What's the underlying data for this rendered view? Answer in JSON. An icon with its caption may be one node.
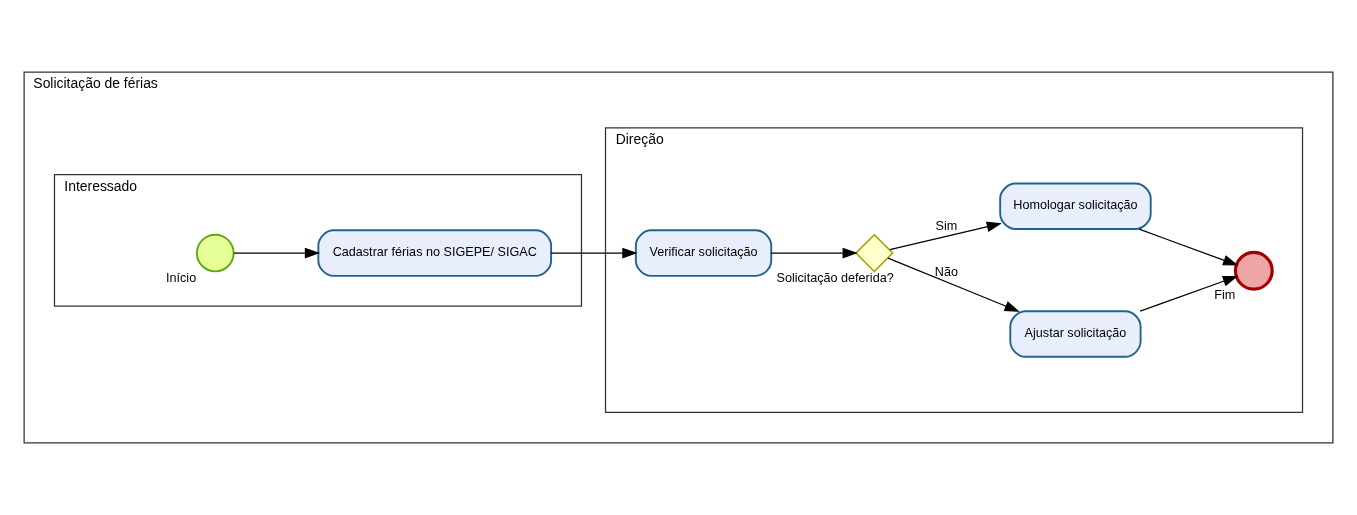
{
  "diagram": {
    "nodes": [
      {
        "text": [
          "Solicitação de férias"
        ]
      },
      {
        "text": [
          "Interessado"
        ],
        "in": 0
      },
      {
        "text": [
          "Direção"
        ],
        "in": 0
      },
      {
        "text": [],
        "shape": "circle",
        "beside": [
          "Início"
        ],
        "in": 1
      },
      {
        "text": [
          "Cadastrar férias no SIGEPE/ SIGAC"
        ],
        "in": 1
      },
      {
        "text": [
          "Verificar solicitação"
        ],
        "in": 2
      },
      {
        "text": [],
        "shape": "diamond",
        "beside": [
          "Solicitação deferida?"
        ],
        "in": 2
      },
      {
        "text": [
          "Ajustar solicitação"
        ],
        "in": 2
      },
      {
        "text": [
          "Homologar solicitação"
        ],
        "in": 2
      },
      {
        "text": [],
        "shape": "circle",
        "beside": [
          "Fim"
        ],
        "in": 2
      }
    ],
    "edges": [
      {
        "from": 3,
        "to": 4,
        "arrow": "to"
      },
      {
        "from": 4,
        "to": 5,
        "arrow": "to"
      },
      {
        "from": 5,
        "to": 6,
        "arrow": "to"
      },
      {
        "from": 6,
        "to": 7,
        "arrow": "to",
        "label": "Não"
      },
      {
        "from": 6,
        "to": 8,
        "arrow": "to",
        "label": "Sim"
      },
      {
        "from": 7,
        "to": 9,
        "arrow": "to"
      },
      {
        "from": 8,
        "to": 9,
        "arrow": "to"
      }
    ]
  }
}
